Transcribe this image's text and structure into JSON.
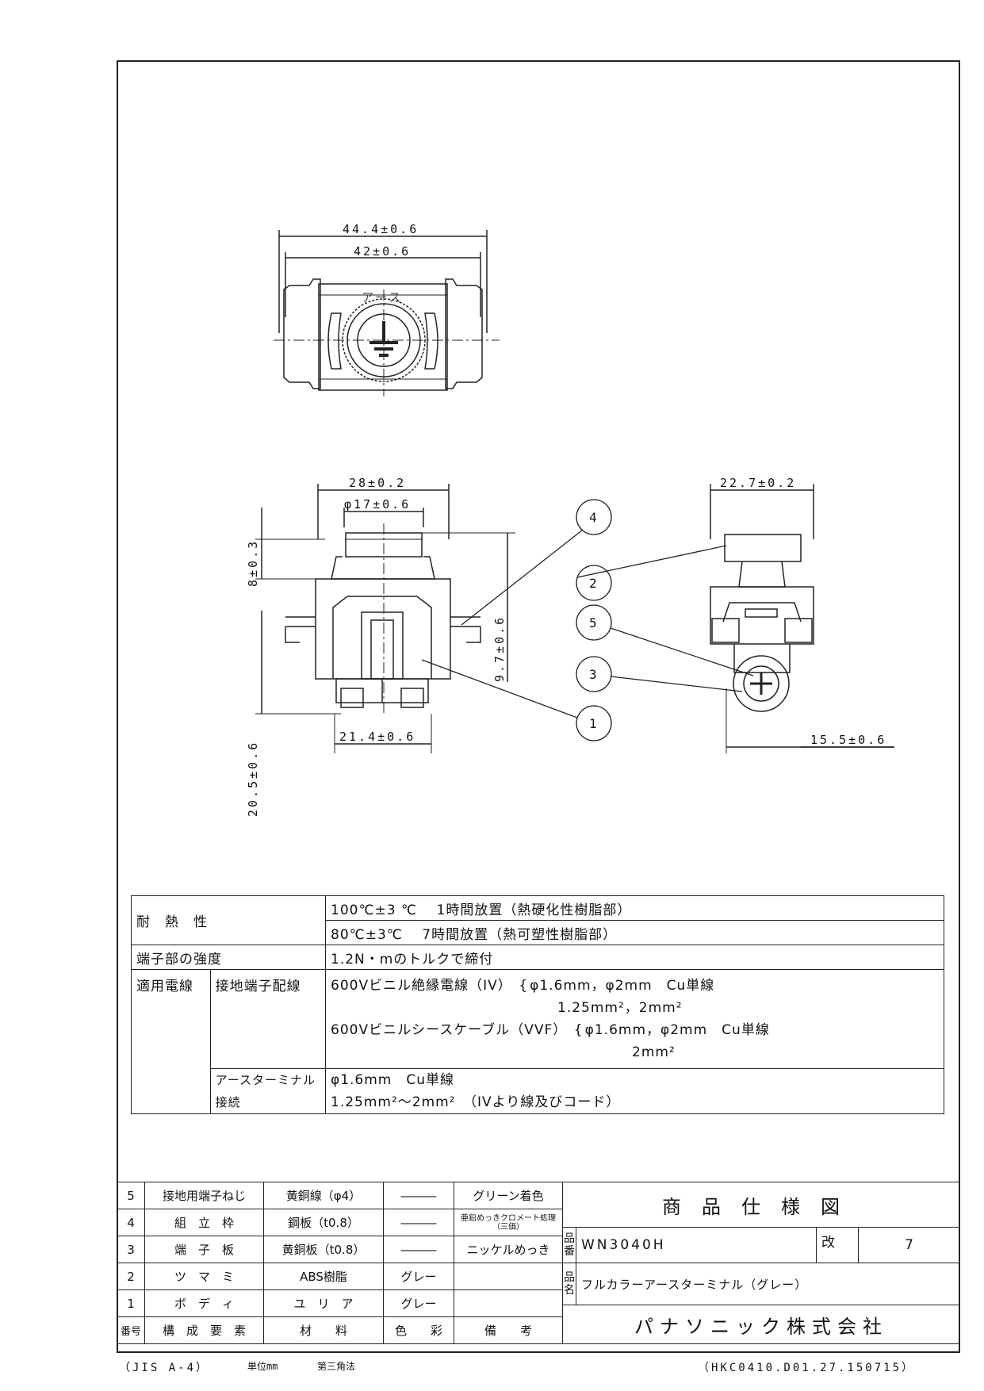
{
  "dims": {
    "top_outer": "44.4±0.6",
    "top_inner": "42±0.6",
    "front_width": "28±0.2",
    "front_knob": "φ17±0.6",
    "front_h1": "8±0.3",
    "front_h2": "9.7±0.6",
    "front_h3": "20.5±0.6",
    "front_bottom": "21.4±0.6",
    "side_width": "22.7±0.2",
    "side_bottom": "15.5±0.6",
    "earth_label": "アース"
  },
  "callouts": [
    "4",
    "2",
    "5",
    "3",
    "1"
  ],
  "spec": {
    "heat_label": "耐　熱　性",
    "heat_1": "100℃±3 ℃　 1時間放置（熱硬化性樹脂部）",
    "heat_2": " 80℃±3℃　 7時間放置（熱可塑性樹脂部）",
    "strength_label": "端子部の強度",
    "strength_val": "1.2N・mのトルクで締付",
    "wire_label": "適用電線",
    "ground_label": "接地端子配線",
    "iv_name": "600Vビニル絶縁電線（IV）",
    "iv_1": "φ1.6mm，φ2mm　Cu単線",
    "iv_2": "1.25mm²，2mm²",
    "vvf_name": "600Vビニルシースケーブル（VVF）",
    "vvf_1": "φ1.6mm，φ2mm　Cu単線",
    "vvf_2": "2mm²",
    "earth_term_1": "アースターミナル",
    "earth_term_2": "接続",
    "earth_val_1": "φ1.6mm　Cu単線",
    "earth_val_2": "1.25mm²～2mm²　（IVより線及びコード）"
  },
  "parts": {
    "header": [
      "番号",
      "構　成　要　素",
      "材　　料",
      "色　　彩",
      "備　　考"
    ],
    "rows": [
      {
        "no": "5",
        "name": "接地用端子ねじ",
        "material": "黄銅線（φ4）",
        "color": "―――",
        "note": "グリーン着色"
      },
      {
        "no": "4",
        "name": "組　立　枠",
        "material": "鋼板（t0.8）",
        "color": "―――",
        "note": "亜鉛めっきクロメート処理（三価）"
      },
      {
        "no": "3",
        "name": "端　子　板",
        "material": "黄銅板（t0.8）",
        "color": "―――",
        "note": "ニッケルめっき"
      },
      {
        "no": "2",
        "name": "ツ　マ　ミ",
        "material": "ABS樹脂",
        "color": "グレー",
        "note": ""
      },
      {
        "no": "1",
        "name": "ボ　デ　ィ",
        "material": "ユ　リ　ア",
        "color": "グレー",
        "note": ""
      }
    ]
  },
  "title_block": {
    "title": "商品仕様図",
    "hinban_label": "品番",
    "hinban": "WN3040H",
    "kai_label": "改",
    "kai": "7",
    "hinmei_label": "品名",
    "hinmei": "フルカラーアースターミナル（グレー）",
    "company": "パナソニック株式会社"
  },
  "footer": {
    "left": "（JIS A-4）",
    "unit": "単位mm",
    "projection": "第三角法",
    "right": "（HKC0410.D01.27.150715）"
  }
}
